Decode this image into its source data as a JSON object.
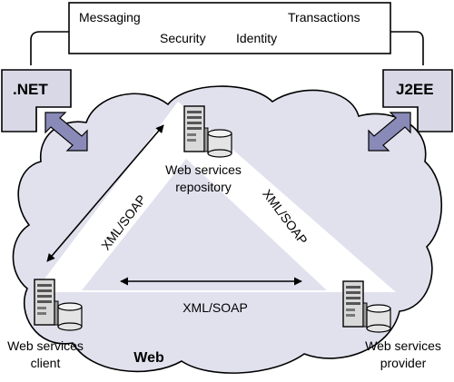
{
  "services_box": {
    "items": [
      "Messaging",
      "Transactions",
      "Security",
      "Identity"
    ]
  },
  "platforms": {
    "left": ".NET",
    "right": "J2EE"
  },
  "nodes": {
    "repository": [
      "Web services",
      "repository"
    ],
    "client": [
      "Web services",
      "client"
    ],
    "provider": [
      "Web services",
      "provider"
    ]
  },
  "protocols": {
    "left_edge": "XML/SOAP",
    "right_edge": "XML/SOAP",
    "bottom_edge": "XML/SOAP"
  },
  "cloud_label": "Web",
  "colors": {
    "cloud_fill": "#e1e1ee",
    "platform_fill": "#d8d8e6",
    "arrow_fill": "#8a8ab8",
    "server_body": "#d9d9d9"
  }
}
